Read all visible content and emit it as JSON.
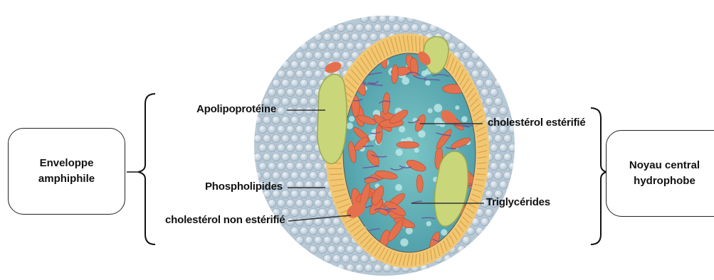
{
  "left_box": {
    "text": "Enveloppe\namphiphile"
  },
  "right_box": {
    "text": "Noyau central\nhydrophobe"
  },
  "labels": {
    "apolipoprotein": "Apolipoprotéine",
    "phospholipids": "Phospholipides",
    "free_cholesterol": "cholestérol non estérifié",
    "esterified_cholesterol": "cholestérol estérifié",
    "triglycerides": "Triglycérides"
  },
  "colors": {
    "phospholipid_head": "#c9d6df",
    "tail_layer": "#f2c774",
    "core": "#5fb3b9",
    "cholesteryl_ester": "#e5704e",
    "apoprotein": "#c9d77a",
    "triglyceride_strand": "#6a5a9e"
  }
}
